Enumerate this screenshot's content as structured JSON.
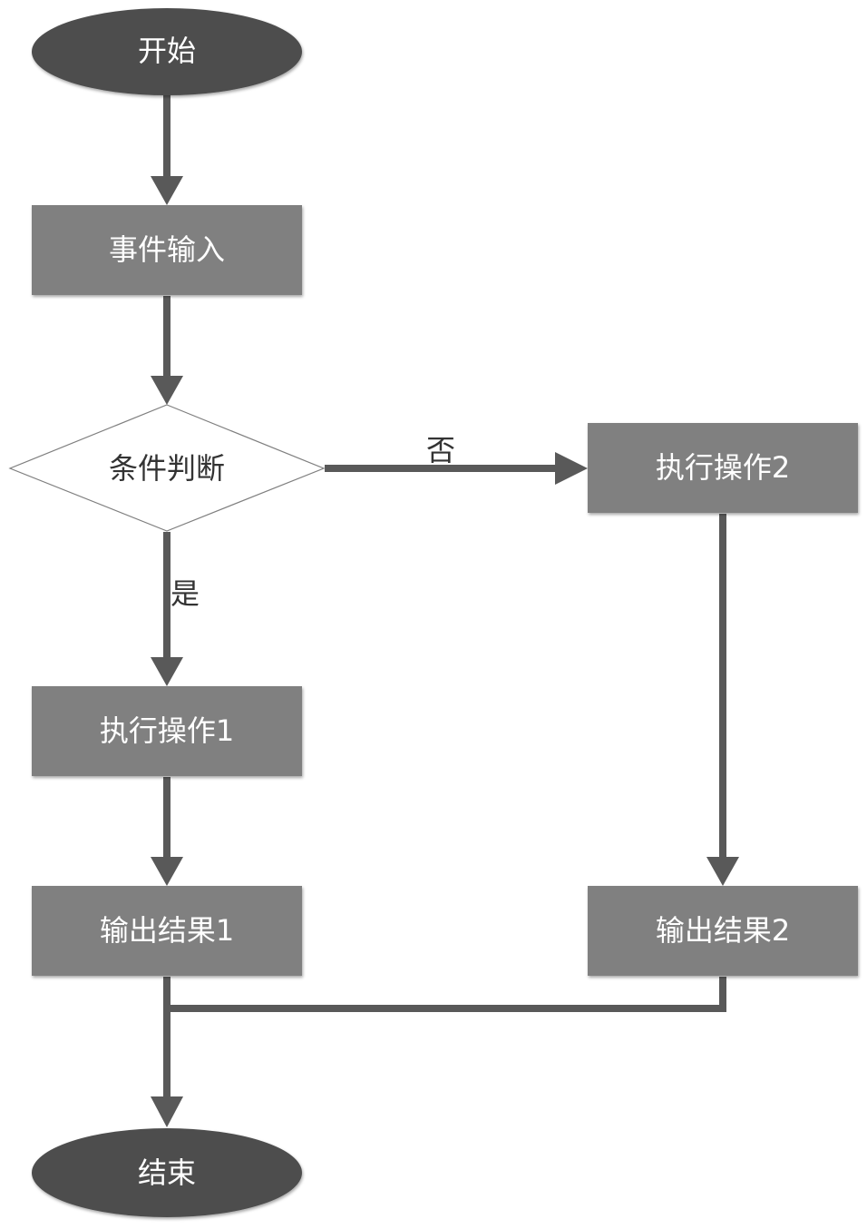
{
  "flowchart": {
    "start": "开始",
    "input": "事件输入",
    "decision": "条件判断",
    "yes": "是",
    "no": "否",
    "action1": "执行操作1",
    "action2": "执行操作2",
    "output1": "输出结果1",
    "output2": "输出结果2",
    "end": "结束"
  },
  "colors": {
    "terminal_fill": "#4d4d4d",
    "process_fill": "#808080",
    "decision_fill": "#ffffff",
    "connector": "#595959"
  }
}
